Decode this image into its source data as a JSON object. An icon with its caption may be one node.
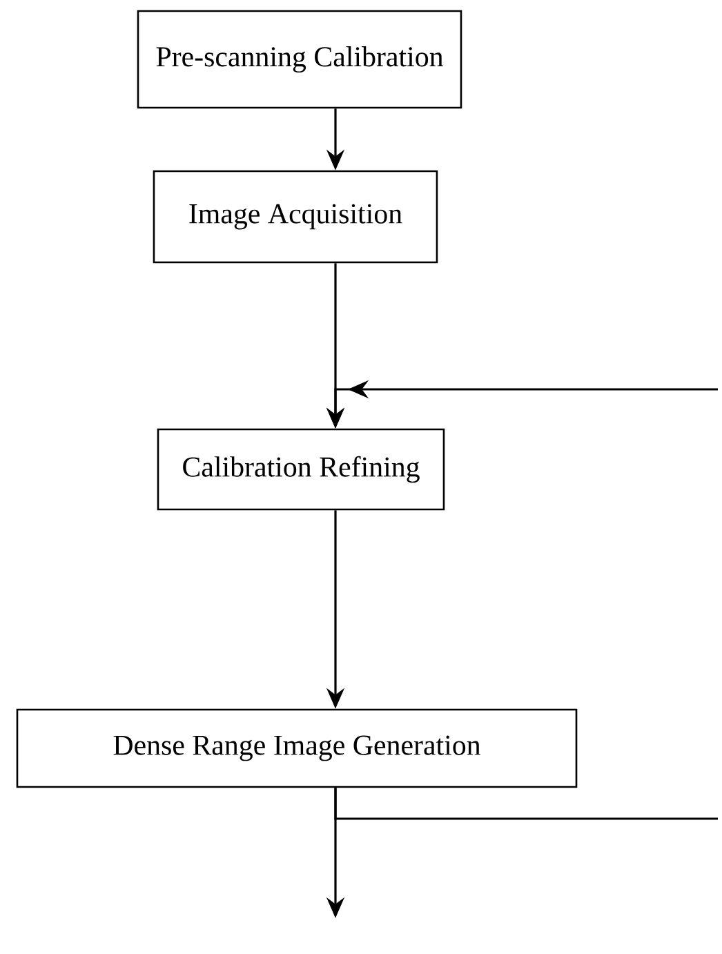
{
  "diagram": {
    "nodes": [
      {
        "text": [
          "Pre-scanning Calibration"
        ]
      },
      {
        "text": [
          "Image Acquisition"
        ]
      },
      {
        "text": [
          "Calibration Refining"
        ]
      },
      {
        "text": [
          "Dense Range Image Generation"
        ]
      }
    ],
    "edges": [
      {
        "from": 0,
        "to": 1,
        "arrow": "to"
      },
      {
        "from": 1,
        "to": 2,
        "arrow": "to"
      },
      {
        "from": null,
        "to": 2,
        "arrow": "to"
      },
      {
        "from": 2,
        "to": 3,
        "arrow": "to"
      },
      {
        "from": 3,
        "to": null,
        "arrow": "to"
      },
      {
        "from": 3,
        "to": null,
        "arrow": "none"
      }
    ]
  }
}
